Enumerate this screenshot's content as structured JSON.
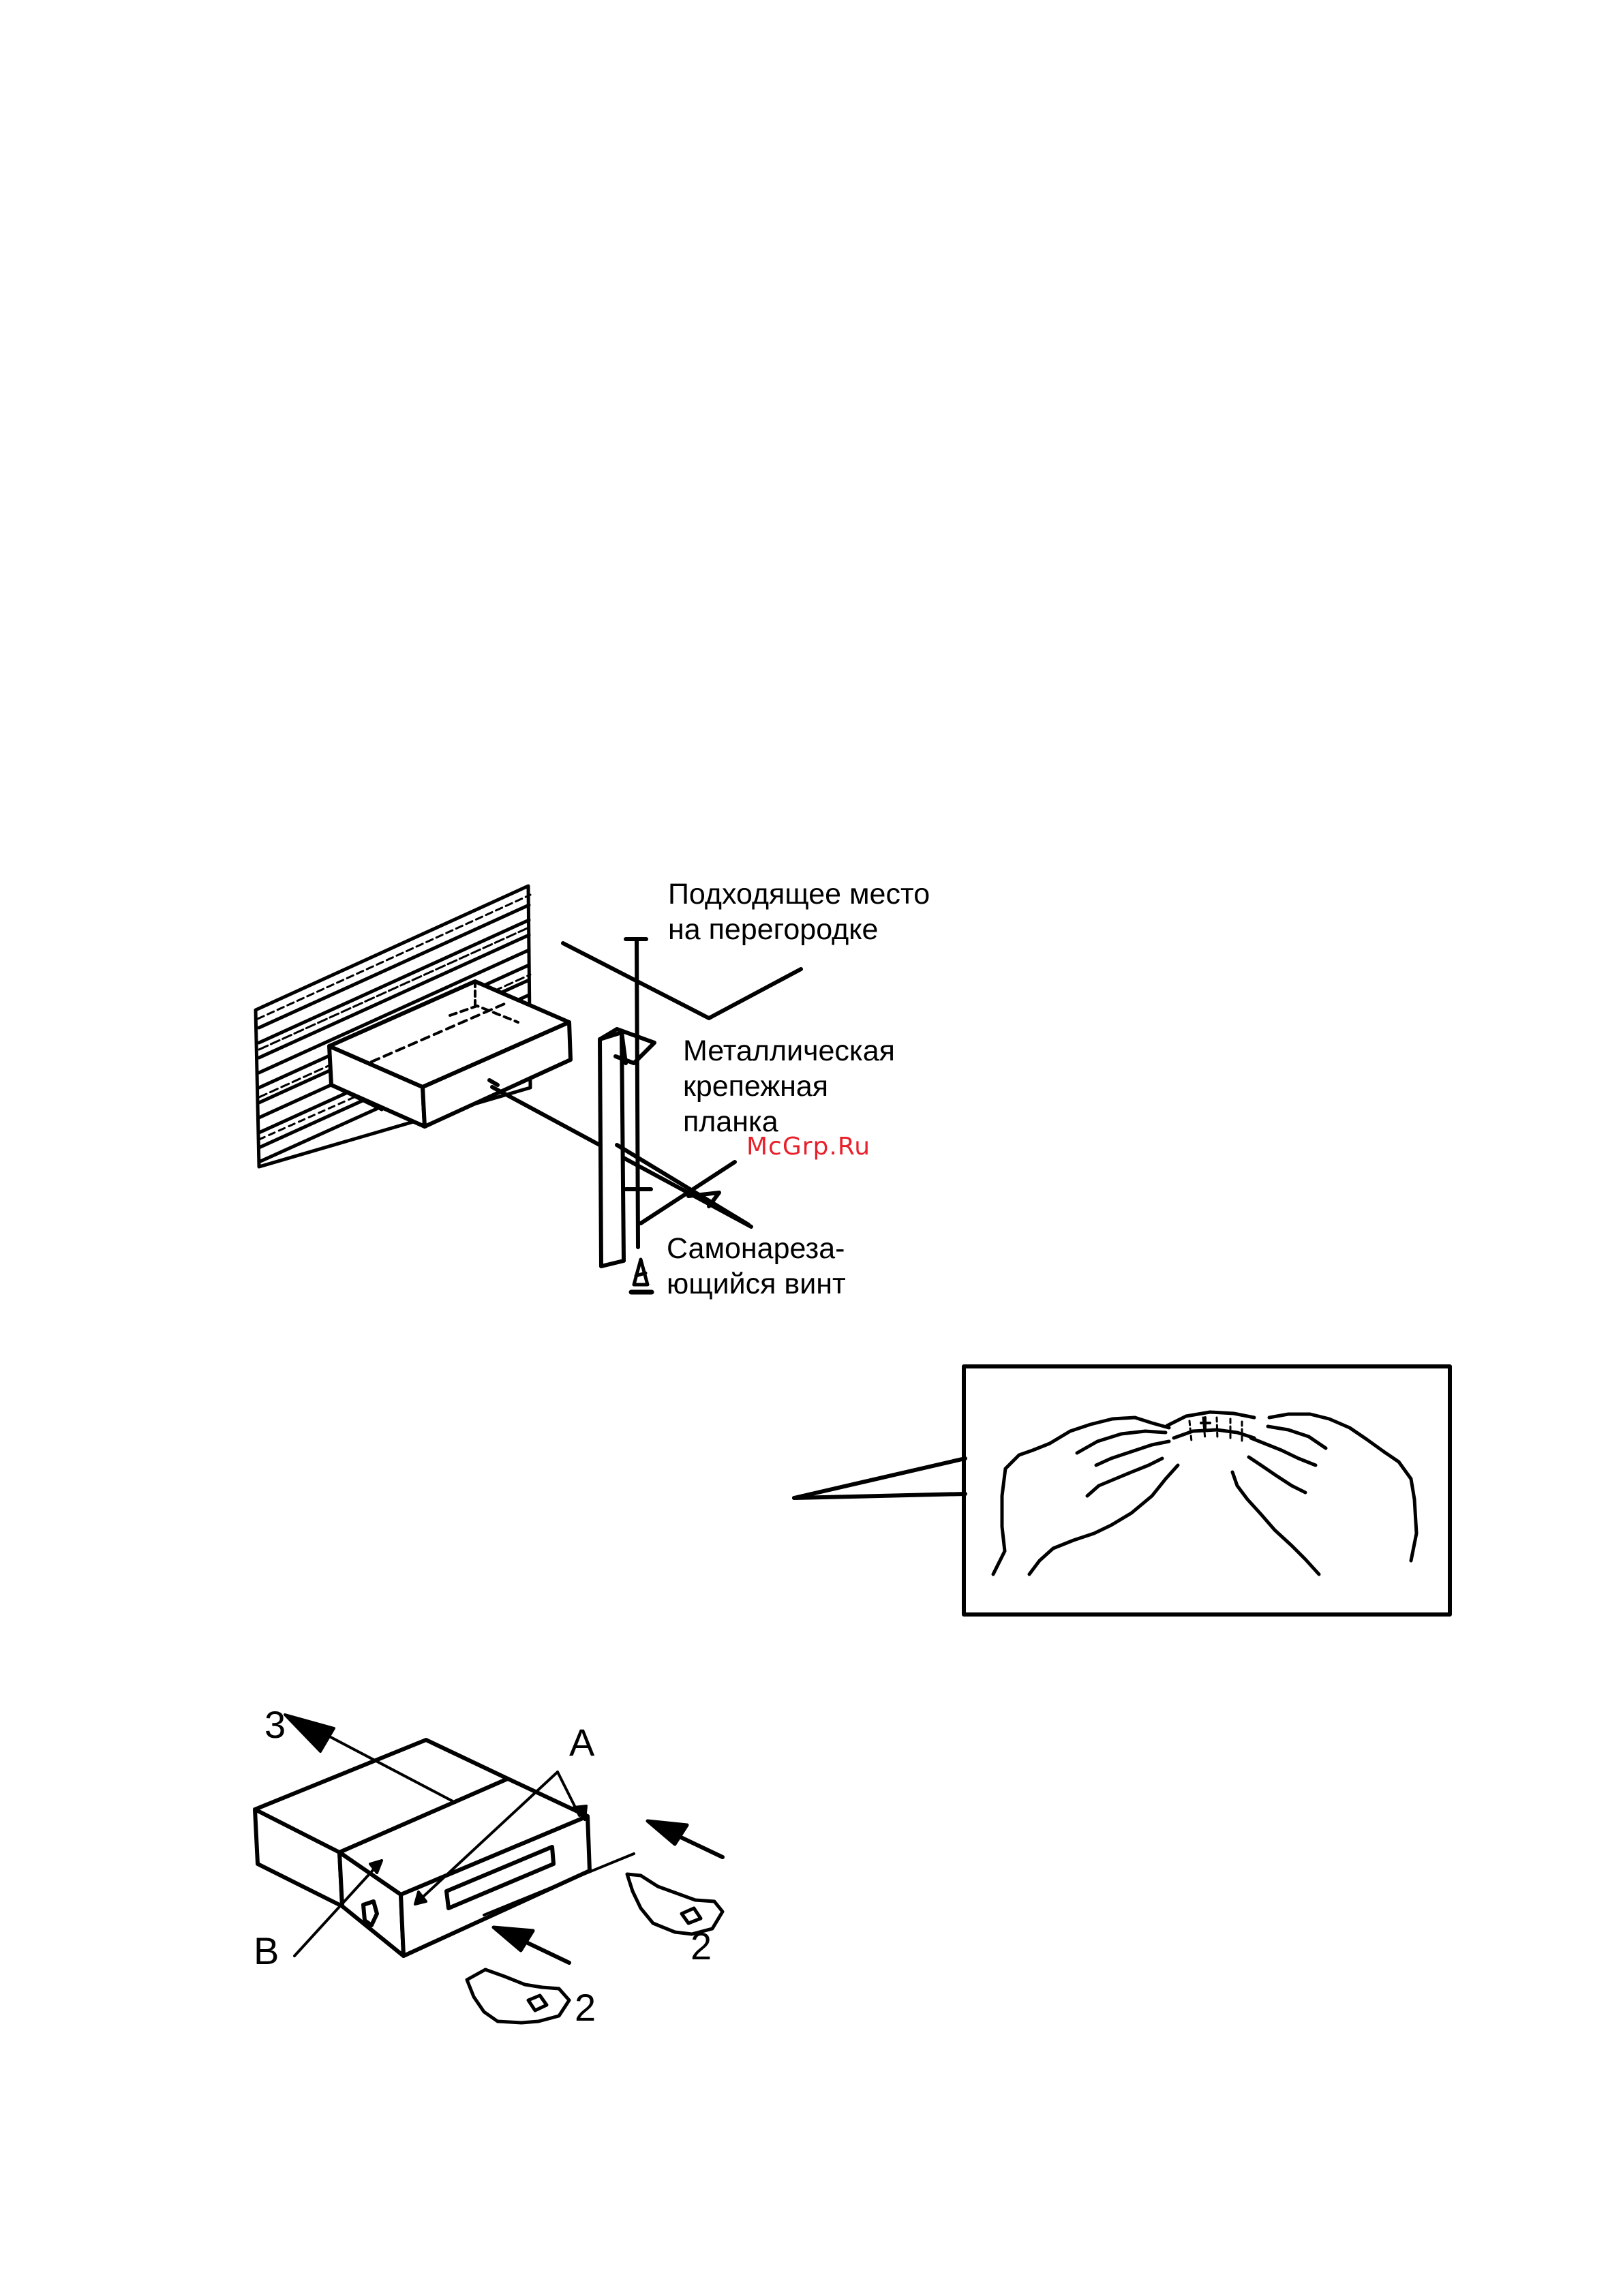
{
  "watermark": {
    "text": "McGrp.Ru",
    "color": "#e8202a"
  },
  "figure1": {
    "labels": {
      "partition_line1": "Подходящее место",
      "partition_line2": "на перегородке",
      "bracket_line1": "Металлическая",
      "bracket_line2": "крепежная",
      "bracket_line3": "планка",
      "screw_line1": "Самонареза-",
      "screw_line2": "ющийся винт"
    }
  },
  "figure2": {
    "icon": "hands-removing-faceplate-icon"
  },
  "figure3": {
    "labels": {
      "arrow_3": "3",
      "point_a": "A",
      "point_b": "B",
      "key_right": "2",
      "key_left": "2"
    }
  }
}
